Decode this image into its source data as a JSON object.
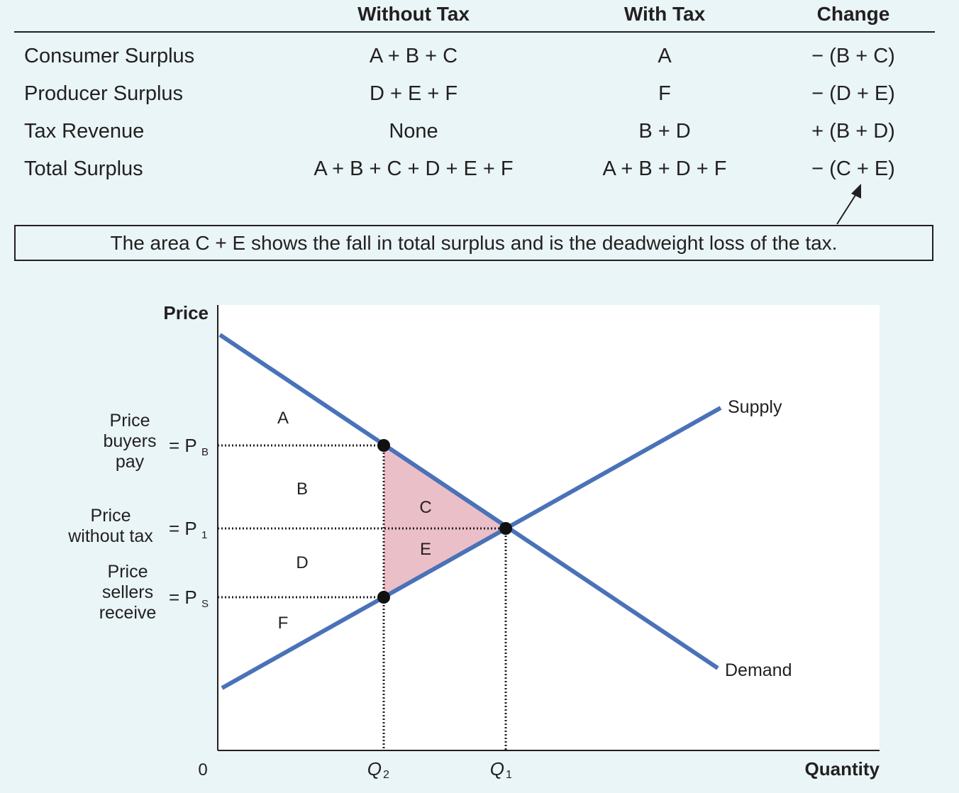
{
  "table": {
    "headers": [
      "Without Tax",
      "With Tax",
      "Change"
    ],
    "rows": [
      {
        "label": "Consumer Surplus",
        "without": "A + B + C",
        "with": "A",
        "change": "− (B + C)"
      },
      {
        "label": "Producer Surplus",
        "without": "D + E + F",
        "with": "F",
        "change": "− (D + E)"
      },
      {
        "label": "Tax Revenue",
        "without": "None",
        "with": "B + D",
        "change": "+ (B + D)"
      },
      {
        "label": "Total Surplus",
        "without": "A + B + C + D + E + F",
        "with": "A + B + D + F",
        "change": "− (C + E)"
      }
    ]
  },
  "note": "The area C + E shows the fall in total surplus and is the deadweight loss of the tax.",
  "graph": {
    "y_axis_label": "Price",
    "x_axis_label": "Quantity",
    "origin_label": "0",
    "supply_label": "Supply",
    "demand_label": "Demand",
    "q2_label": "Q",
    "q2_sub": "2",
    "q1_label": "Q",
    "q1_sub": "1",
    "pb_eq": "= P",
    "pb_sub": "B",
    "p1_eq": "= P",
    "p1_sub": "1",
    "ps_eq": "= P",
    "ps_sub": "S",
    "pb_desc": [
      "Price",
      "buyers",
      "pay"
    ],
    "p1_desc": [
      "Price",
      "without tax"
    ],
    "ps_desc": [
      "Price",
      "sellers",
      "receive"
    ],
    "regions": {
      "a": "A",
      "b": "B",
      "c": "C",
      "d": "D",
      "e": "E",
      "f": "F"
    },
    "colors": {
      "curve": "#4a72b8",
      "deadweight": "#ebbfc8",
      "plot_bg": "#ffffff",
      "page_bg": "#e9f5f7"
    }
  }
}
